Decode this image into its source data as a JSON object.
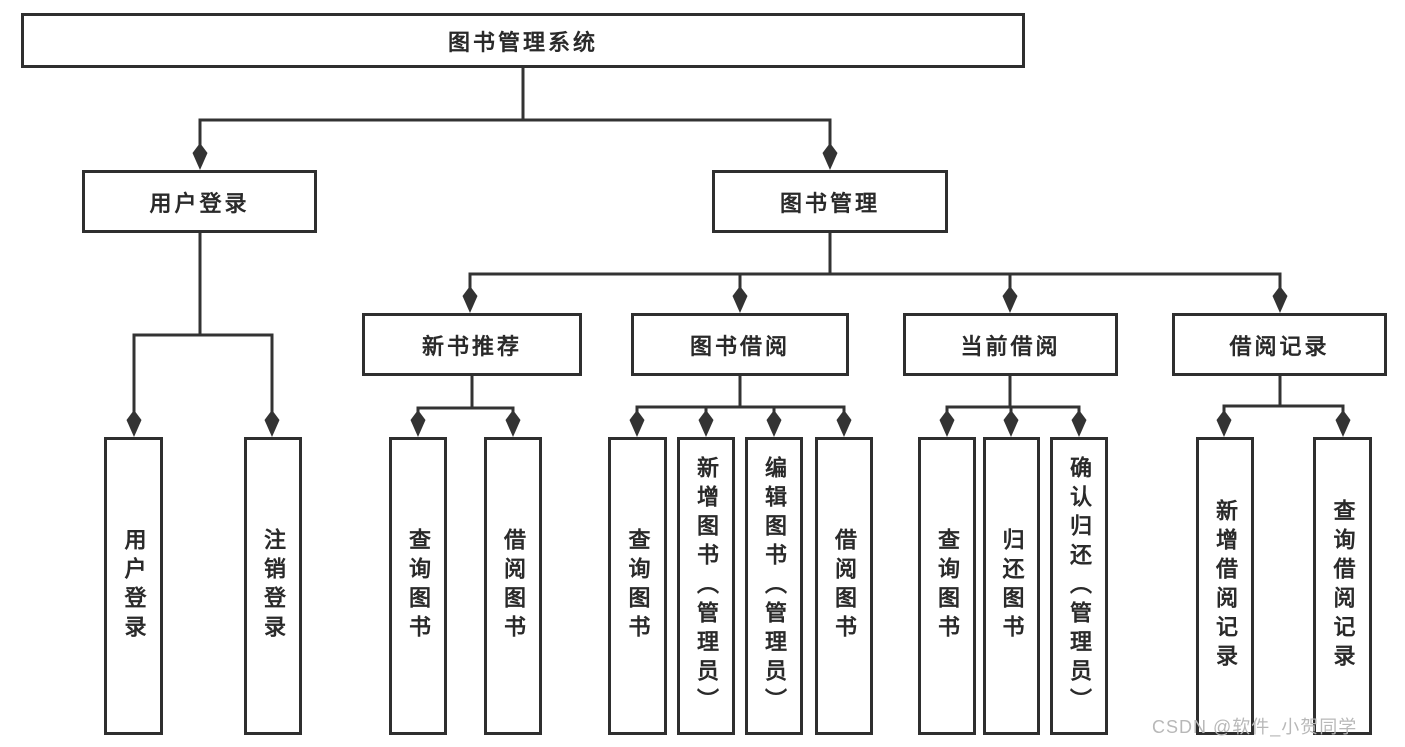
{
  "diagram": {
    "title": "图书管理系统",
    "branches": [
      {
        "label": "用户登录",
        "children": [
          {
            "label": "用户登录"
          },
          {
            "label": "注销登录"
          }
        ]
      },
      {
        "label": "图书管理",
        "children": [
          {
            "label": "新书推荐",
            "children": [
              {
                "label": "查询图书"
              },
              {
                "label": "借阅图书"
              }
            ]
          },
          {
            "label": "图书借阅",
            "children": [
              {
                "label": "查询图书"
              },
              {
                "label": "新增图书（管理员）"
              },
              {
                "label": "编辑图书（管理员）"
              },
              {
                "label": "借阅图书"
              }
            ]
          },
          {
            "label": "当前借阅",
            "children": [
              {
                "label": "查询图书"
              },
              {
                "label": "归还图书"
              },
              {
                "label": "确认归还（管理员）"
              }
            ]
          },
          {
            "label": "借阅记录",
            "children": [
              {
                "label": "新增借阅记录"
              },
              {
                "label": "查询借阅记录"
              }
            ]
          }
        ]
      }
    ]
  },
  "watermark": "CSDN @软件_小贺同学",
  "colors": {
    "line": "#333333",
    "box_border": "#2f2f2f",
    "text": "#2a2a2a",
    "watermark": "#b8b8b8",
    "background": "#ffffff"
  }
}
